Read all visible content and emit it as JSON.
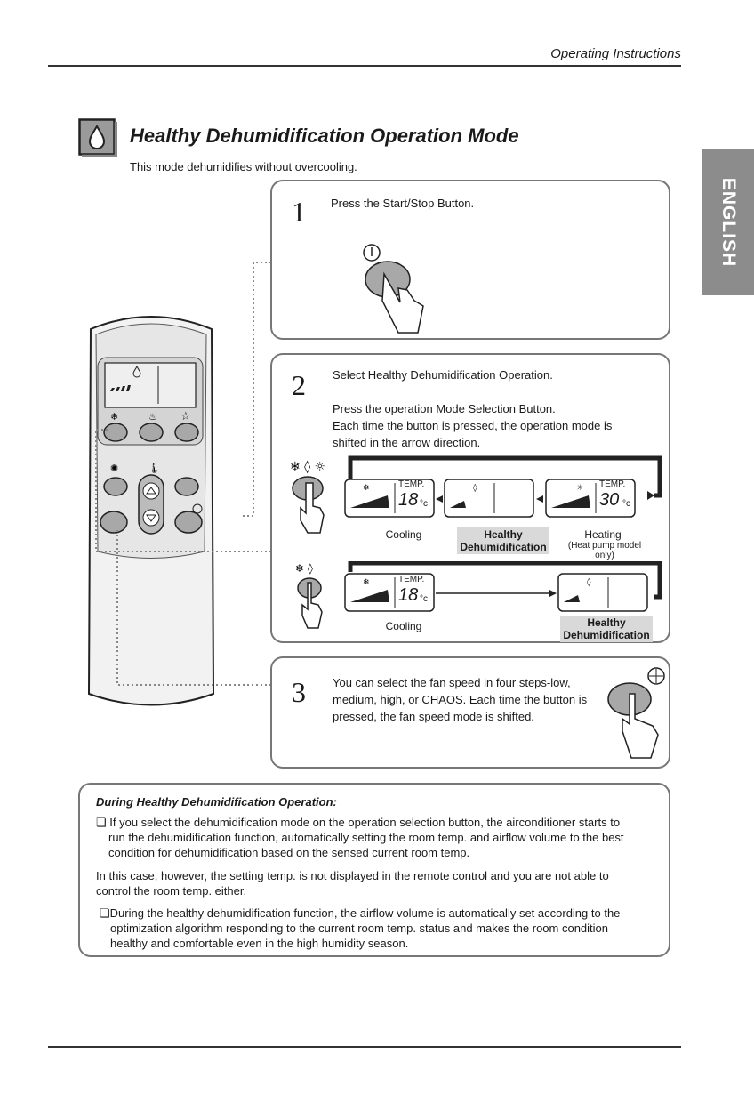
{
  "header": {
    "title": "Operating Instructions"
  },
  "side_tab": {
    "label": "ENGLISH"
  },
  "section": {
    "title": "Healthy Dehumidification Operation Mode",
    "subtitle": "This mode dehumidifies without overcooling."
  },
  "step1": {
    "number": "1",
    "text": "Press the Start/Stop Button."
  },
  "step2": {
    "number": "2",
    "line1": "Select Healthy Dehumidification Operation.",
    "line2": "Press the operation Mode Selection Button.",
    "line3": "Each time the button is pressed, the operation mode is",
    "line4": "shifted in the arrow direction.",
    "row1": {
      "cooling": {
        "label": "Cooling",
        "temp_label": "TEMP.",
        "temp_value": "18",
        "unit": "°c"
      },
      "healthy": {
        "label_line1": "Healthy",
        "label_line2": "Dehumidification"
      },
      "heating": {
        "label": "Heating",
        "note": "(Heat pump model only)",
        "temp_label": "TEMP.",
        "temp_value": "30",
        "unit": "°c"
      }
    },
    "row2": {
      "cooling": {
        "label": "Cooling",
        "temp_label": "TEMP.",
        "temp_value": "18",
        "unit": "°c"
      },
      "healthy": {
        "label_line1": "Healthy",
        "label_line2": "Dehumidification"
      }
    }
  },
  "step3": {
    "number": "3",
    "line1": "You can select the fan speed in four steps-low,",
    "line2": "medium, high, or CHAOS. Each time the button is",
    "line3": "pressed, the fan speed mode is shifted."
  },
  "notes": {
    "heading": "During Healthy Dehumidification Operation:",
    "p1_line1": "❏ If you select the dehumidification mode on the operation selection button, the airconditioner starts to",
    "p1_line2": "run the dehumidification function, automatically setting the room temp. and airflow volume to the best",
    "p1_line3": "condition for dehumidification based on the sensed current room temp.",
    "p2_line1": "In this case, however, the setting temp. is not displayed in the remote control and you are not able to",
    "p2_line2": "control the room temp. either.",
    "p3_line1": "❏During the healthy dehumidification function, the airflow volume is automatically set according to the",
    "p3_line2": "optimization algorithm responding to the current room temp. status and makes the room condition",
    "p3_line3": "healthy and comfortable even in the high humidity season."
  },
  "colors": {
    "tab": "#8c8c8c",
    "border": "#777777",
    "highlight": "#d9d9d9",
    "button": "#a8a8a8"
  },
  "icons": [
    "water-drop-icon",
    "snowflake-icon",
    "sun-icon",
    "fan-icon",
    "thermometer-icon",
    "power-icon",
    "hand-pointer-icon",
    "star-icon",
    "arrow-up-icon",
    "arrow-down-icon"
  ]
}
